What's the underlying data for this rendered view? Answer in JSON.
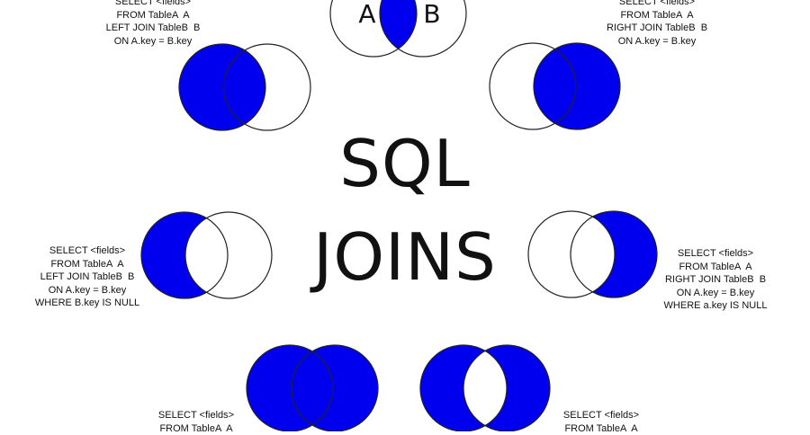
{
  "title": {
    "line1": "SQL",
    "line2": "JOINS"
  },
  "colors": {
    "fill": "#0000ee",
    "stroke": "#222222",
    "background": "#ffffff",
    "text": "#111111"
  },
  "venn_labels": {
    "a": "A",
    "b": "B"
  },
  "diagrams": [
    {
      "name": "inner-join",
      "highlight": "intersection"
    },
    {
      "name": "left-join",
      "highlight": "left-all"
    },
    {
      "name": "right-join",
      "highlight": "right-all"
    },
    {
      "name": "left-excluding-join",
      "highlight": "left-only"
    },
    {
      "name": "right-excluding-join",
      "highlight": "right-only"
    },
    {
      "name": "full-outer-join",
      "highlight": "both-all"
    },
    {
      "name": "full-outer-excluding-join",
      "highlight": "both-except-intersection"
    }
  ],
  "queries": {
    "left_join": {
      "lines": [
        "SELECT <fields>",
        "FROM TableA  A",
        "LEFT JOIN TableB  B",
        "ON A.key = B.key"
      ]
    },
    "right_join": {
      "lines": [
        "SELECT <fields>",
        "FROM TableA  A",
        "RIGHT JOIN TableB  B",
        "ON A.key = B.key"
      ]
    },
    "left_excluding": {
      "lines": [
        "SELECT <fields>",
        "FROM TableA  A",
        "LEFT JOIN TableB  B",
        "ON A.key = B.key",
        "WHERE B.key IS NULL"
      ]
    },
    "right_excluding": {
      "lines": [
        "SELECT <fields>",
        "FROM TableA  A",
        "RIGHT JOIN TableB  B",
        "ON A.key = B.key",
        "WHERE a.key IS NULL"
      ]
    },
    "full_outer": {
      "lines": [
        "SELECT <fields>",
        "FROM TableA  A"
      ]
    },
    "full_outer_excluding": {
      "lines": [
        "SELECT <fields>",
        "FROM TableA  A"
      ]
    }
  }
}
